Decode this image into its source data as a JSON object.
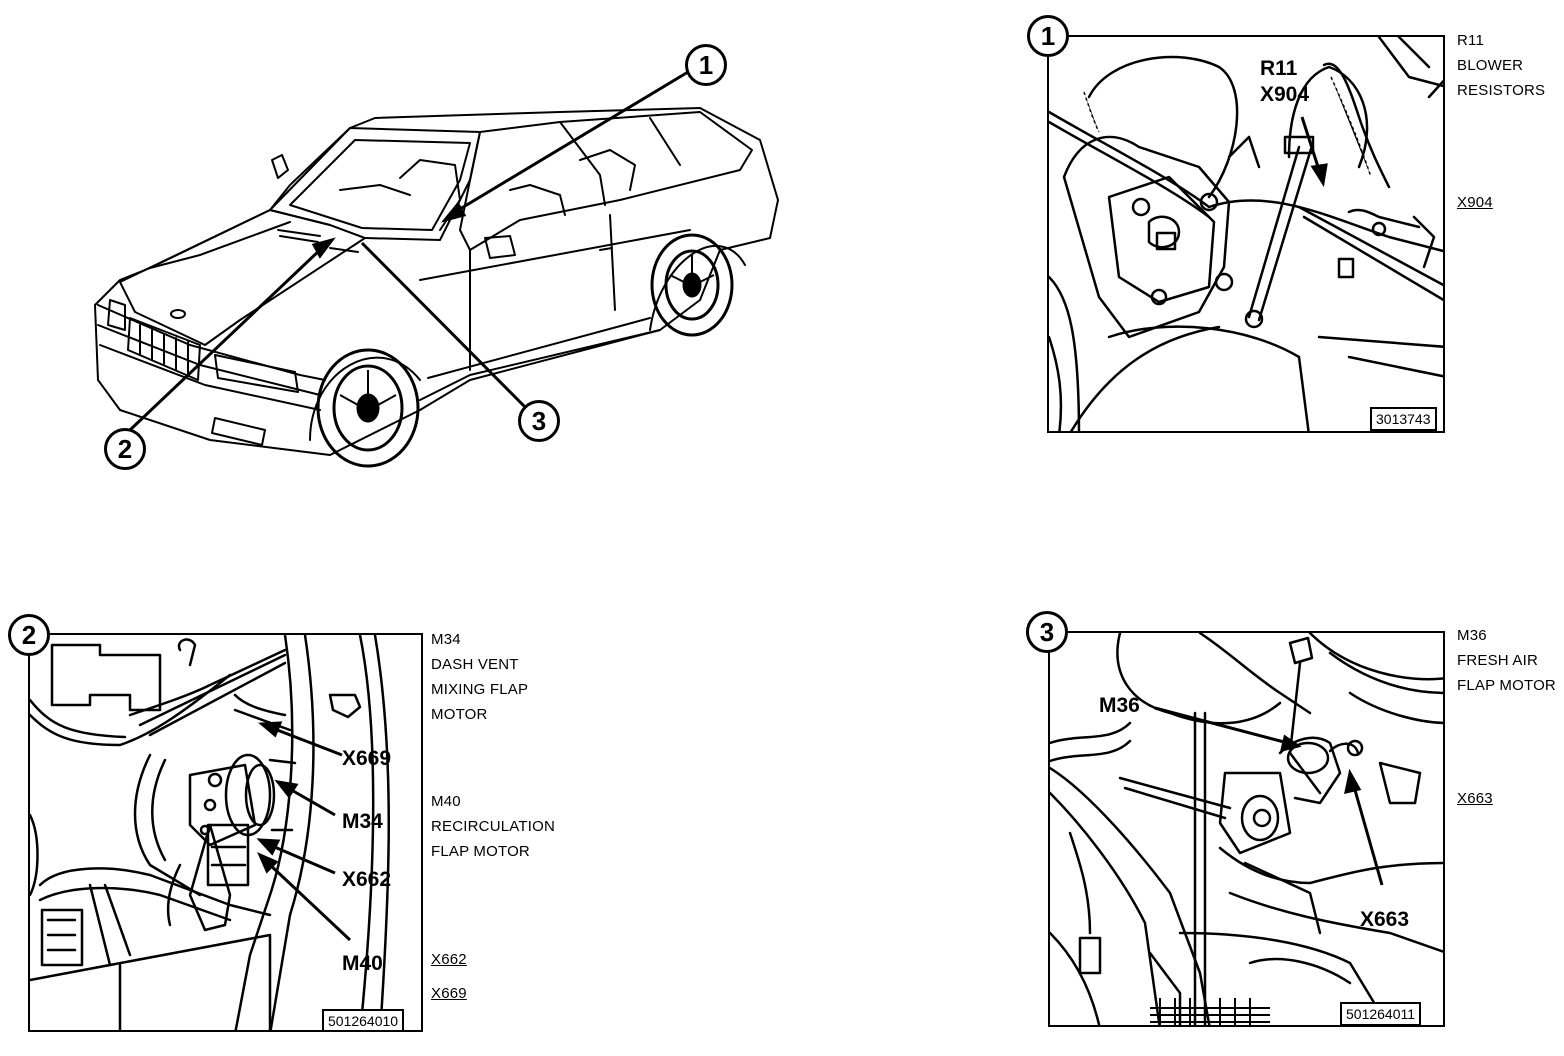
{
  "overview": {
    "callouts": [
      "1",
      "2",
      "3"
    ]
  },
  "panel1": {
    "number": "1",
    "callout_line1": "R11",
    "callout_line2": "X904",
    "side_title": [
      "R11",
      "BLOWER",
      "RESISTORS"
    ],
    "side_connector": "X904",
    "figure_code": "3013743"
  },
  "panel2": {
    "number": "2",
    "callouts": [
      "X669",
      "M34",
      "X662",
      "M40"
    ],
    "side_m34": [
      "M34",
      "DASH VENT",
      "MIXING FLAP",
      "MOTOR"
    ],
    "side_m40": [
      "M40",
      "RECIRCULATION",
      "FLAP MOTOR"
    ],
    "side_connectors": [
      "X662",
      "X669"
    ],
    "figure_code": "501264010"
  },
  "panel3": {
    "number": "3",
    "callouts": [
      "M36",
      "X663"
    ],
    "side_title": [
      "M36",
      "FRESH AIR",
      "FLAP MOTOR"
    ],
    "side_connector": "X663",
    "figure_code": "501264011"
  }
}
